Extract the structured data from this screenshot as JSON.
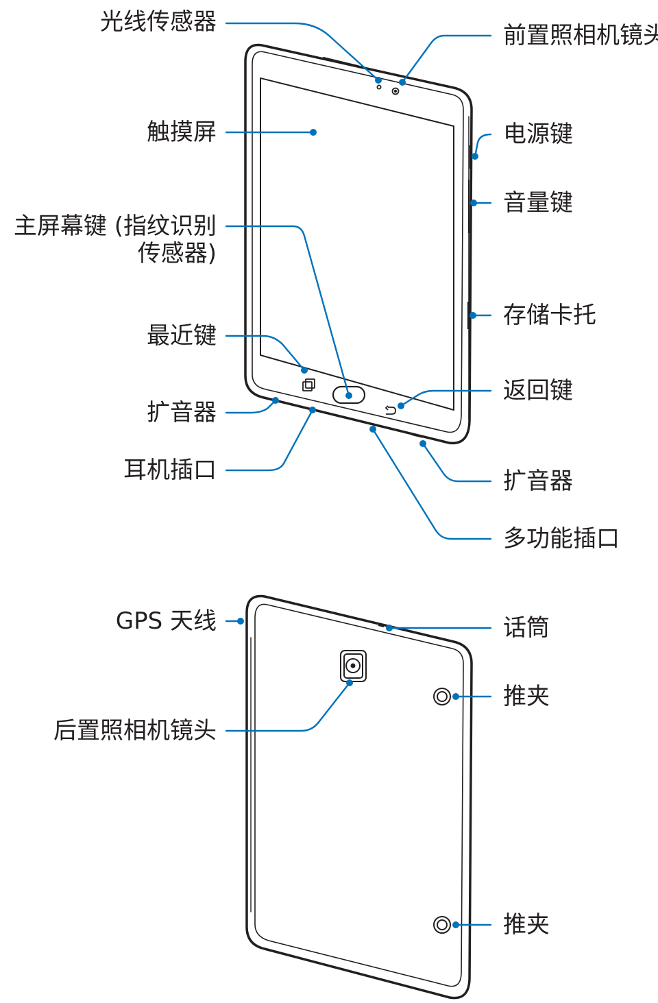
{
  "front": {
    "light_sensor": "光线传感器",
    "touchscreen": "触摸屏",
    "home_key": "主屏幕键 (指纹识别传感器)",
    "recent_key": "最近键",
    "speaker_left": "扩音器",
    "earphone_jack": "耳机插口",
    "front_camera": "前置照相机镜头",
    "power_key": "电源键",
    "volume_key": "音量键",
    "memory_card_tray": "存储卡托",
    "back_key": "返回键",
    "speaker_right": "扩音器",
    "multipurpose_jack": "多功能插口"
  },
  "back": {
    "gps_antenna": "GPS 天线",
    "rear_camera": "后置照相机镜头",
    "microphone": "话筒",
    "clip_top": "推夹",
    "clip_bottom": "推夹"
  },
  "colors": {
    "callout": "#0072bc",
    "device_outline": "#231f20",
    "text": "#231f20"
  }
}
